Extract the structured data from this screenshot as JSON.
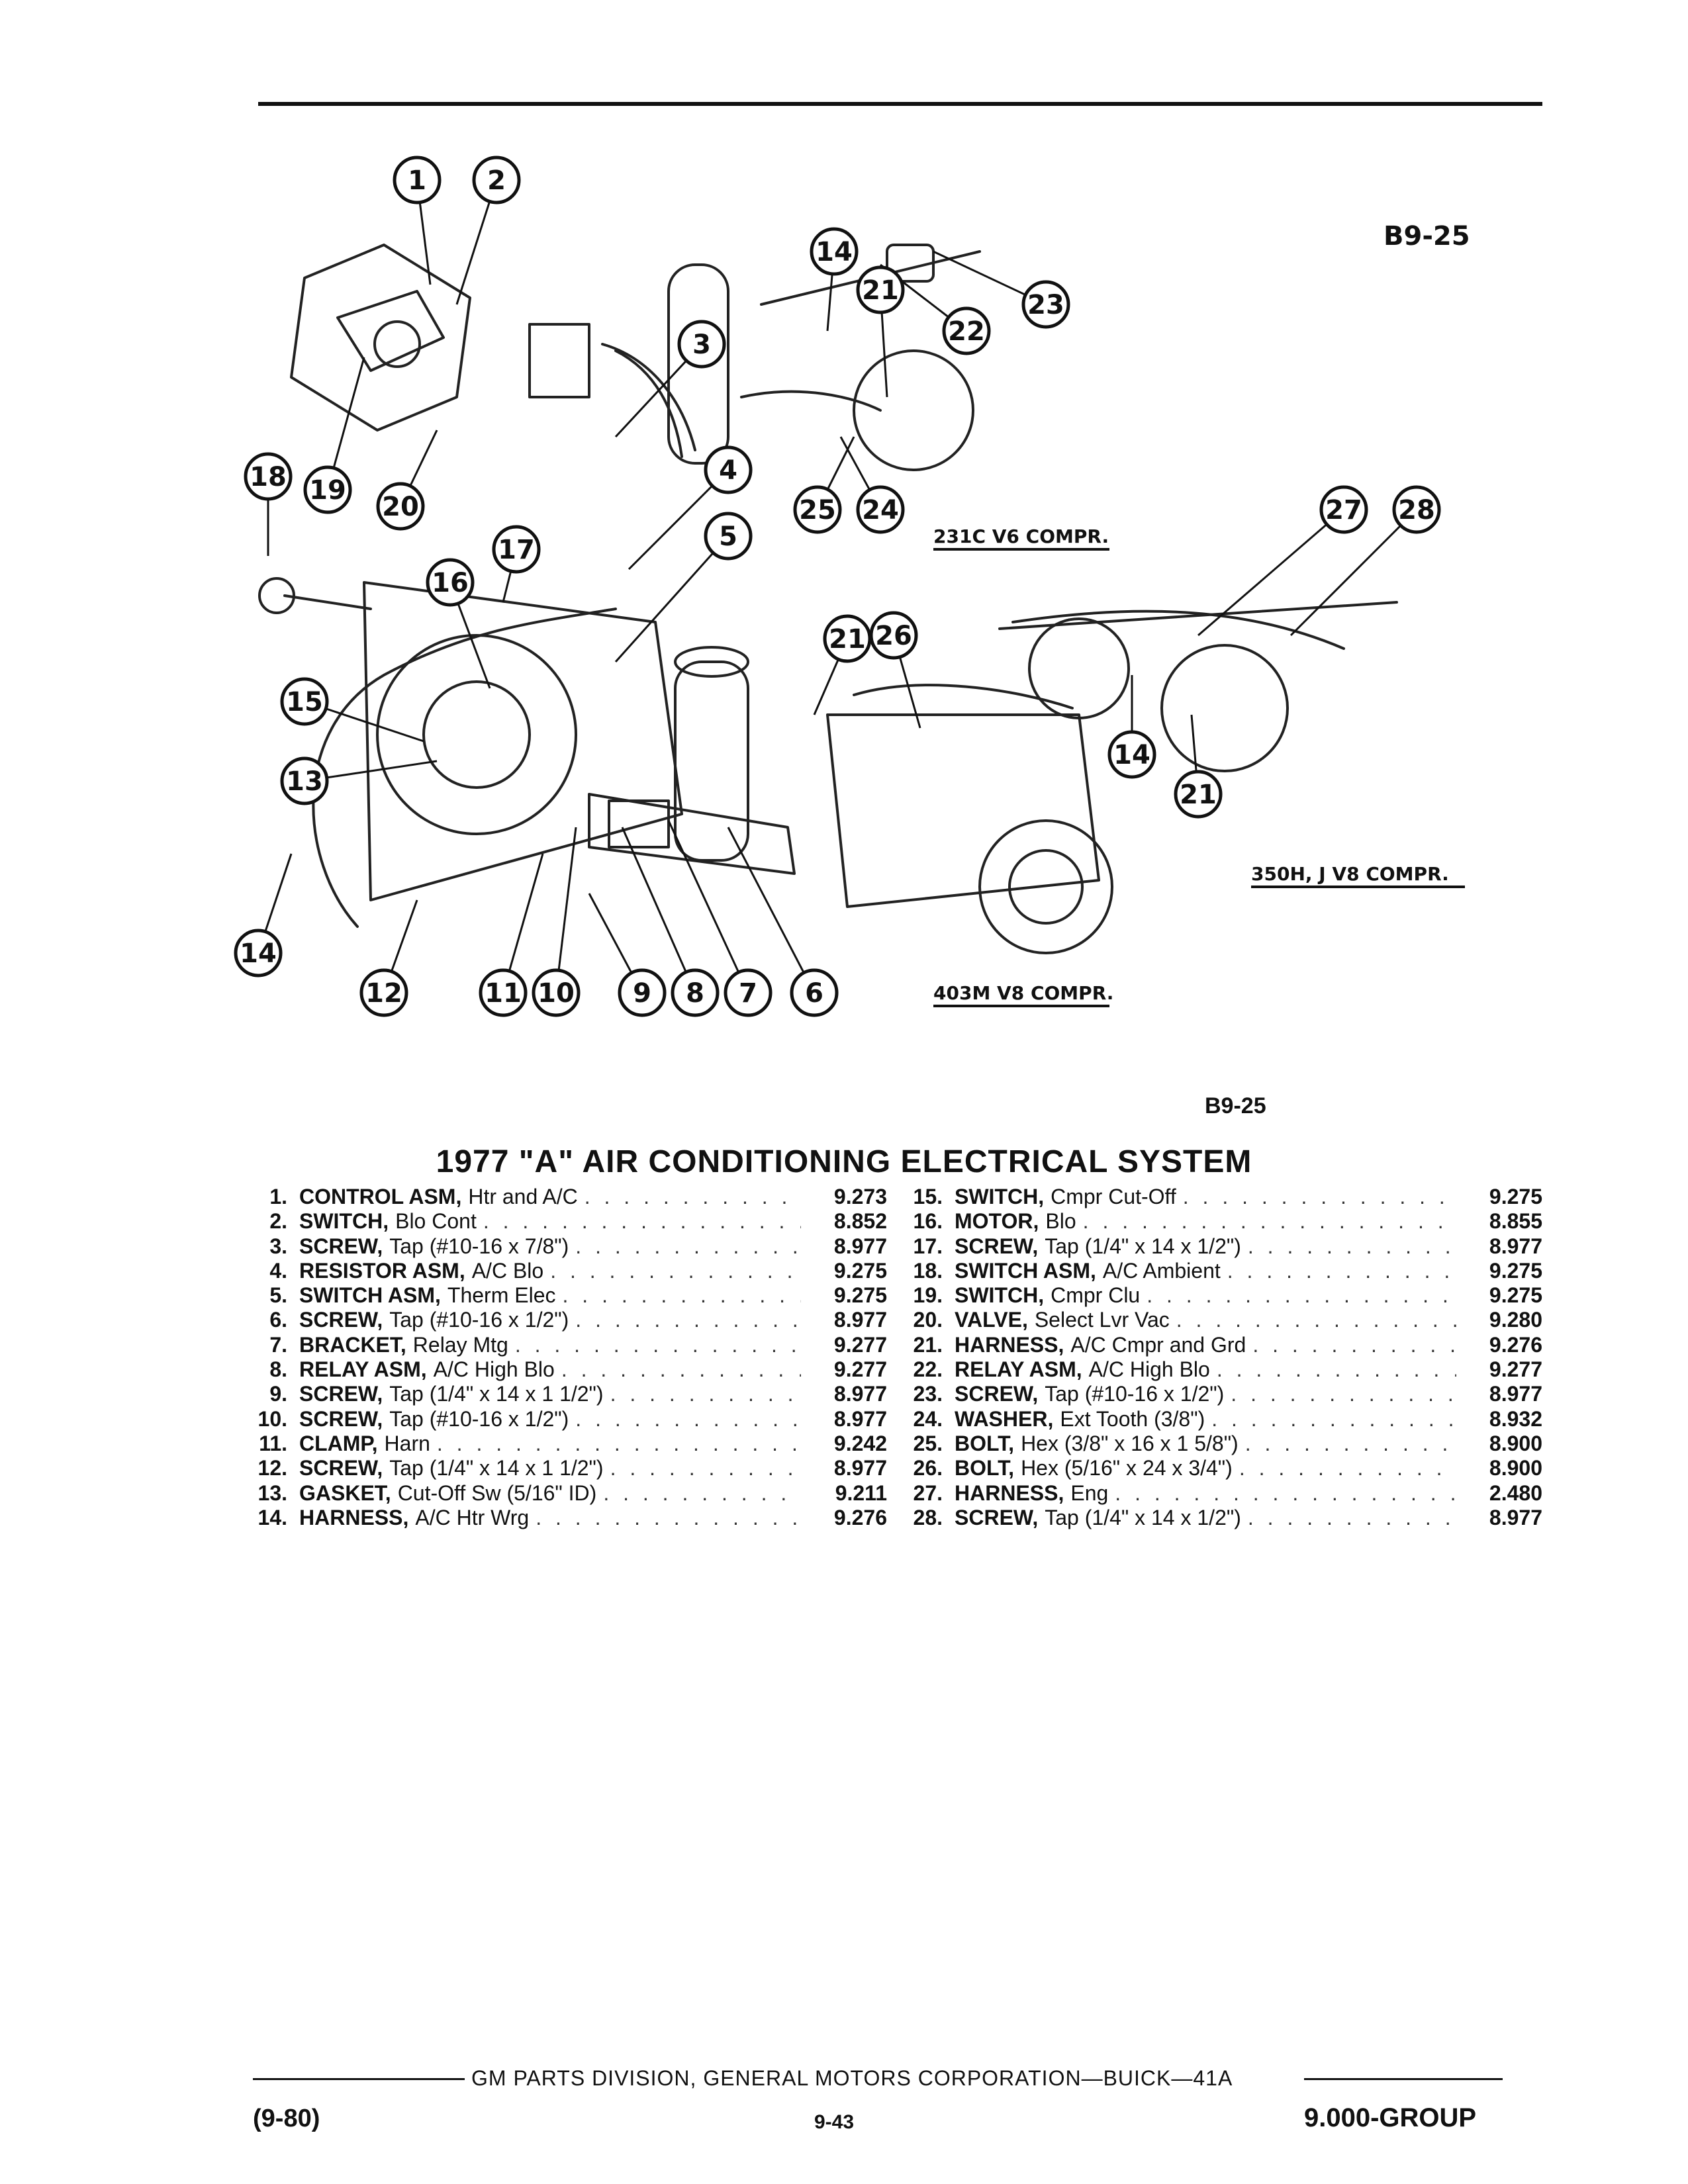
{
  "figure": {
    "code": "B9-25",
    "labels": {
      "v6": "231C V6 COMPR.",
      "v8_350": "350H, J V8 COMPR.",
      "v8_403": "403M V8 COMPR."
    },
    "callouts": [
      "1",
      "2",
      "3",
      "4",
      "5",
      "6",
      "7",
      "8",
      "9",
      "10",
      "11",
      "12",
      "13",
      "14",
      "15",
      "16",
      "17",
      "18",
      "19",
      "20",
      "21",
      "22",
      "23",
      "24",
      "25",
      "26",
      "27",
      "28"
    ]
  },
  "figure_code_below": "B9-25",
  "title": "1977 \"A\" AIR CONDITIONING ELECTRICAL SYSTEM",
  "parts_left": [
    {
      "num": "1.",
      "name": "CONTROL ASM,",
      "desc": "Htr and A/C",
      "group": "9.273"
    },
    {
      "num": "2.",
      "name": "SWITCH,",
      "desc": "Blo Cont",
      "group": "8.852"
    },
    {
      "num": "3.",
      "name": "SCREW,",
      "desc": "Tap (#10-16 x 7/8\")",
      "group": "8.977"
    },
    {
      "num": "4.",
      "name": "RESISTOR ASM,",
      "desc": "A/C Blo",
      "group": "9.275"
    },
    {
      "num": "5.",
      "name": "SWITCH ASM,",
      "desc": "Therm Elec",
      "group": "9.275"
    },
    {
      "num": "6.",
      "name": "SCREW,",
      "desc": "Tap (#10-16 x 1/2\")",
      "group": "8.977"
    },
    {
      "num": "7.",
      "name": "BRACKET,",
      "desc": "Relay Mtg",
      "group": "9.277"
    },
    {
      "num": "8.",
      "name": "RELAY ASM,",
      "desc": "A/C High Blo",
      "group": "9.277"
    },
    {
      "num": "9.",
      "name": "SCREW,",
      "desc": "Tap (1/4\" x 14 x 1 1/2\")",
      "group": "8.977"
    },
    {
      "num": "10.",
      "name": "SCREW,",
      "desc": "Tap (#10-16 x 1/2\")",
      "group": "8.977"
    },
    {
      "num": "11.",
      "name": "CLAMP,",
      "desc": "Harn",
      "group": "9.242"
    },
    {
      "num": "12.",
      "name": "SCREW,",
      "desc": "Tap (1/4\" x 14 x 1 1/2\")",
      "group": "8.977"
    },
    {
      "num": "13.",
      "name": "GASKET,",
      "desc": "Cut-Off Sw (5/16\" ID)",
      "group": "9.211"
    },
    {
      "num": "14.",
      "name": "HARNESS,",
      "desc": "A/C Htr Wrg",
      "group": "9.276"
    }
  ],
  "parts_right": [
    {
      "num": "15.",
      "name": "SWITCH,",
      "desc": "Cmpr Cut-Off",
      "group": "9.275"
    },
    {
      "num": "16.",
      "name": "MOTOR,",
      "desc": "Blo",
      "group": "8.855"
    },
    {
      "num": "17.",
      "name": "SCREW,",
      "desc": "Tap (1/4\" x 14 x 1/2\")",
      "group": "8.977"
    },
    {
      "num": "18.",
      "name": "SWITCH ASM,",
      "desc": "A/C Ambient",
      "group": "9.275"
    },
    {
      "num": "19.",
      "name": "SWITCH,",
      "desc": "Cmpr Clu",
      "group": "9.275"
    },
    {
      "num": "20.",
      "name": "VALVE,",
      "desc": "Select Lvr Vac",
      "group": "9.280"
    },
    {
      "num": "21.",
      "name": "HARNESS,",
      "desc": "A/C Cmpr and Grd",
      "group": "9.276"
    },
    {
      "num": "22.",
      "name": "RELAY ASM,",
      "desc": "A/C High Blo",
      "group": "9.277"
    },
    {
      "num": "23.",
      "name": "SCREW,",
      "desc": "Tap (#10-16 x 1/2\")",
      "group": "8.977"
    },
    {
      "num": "24.",
      "name": "WASHER,",
      "desc": "Ext Tooth (3/8\")",
      "group": "8.932"
    },
    {
      "num": "25.",
      "name": "BOLT,",
      "desc": "Hex (3/8\" x 16 x 1 5/8\")",
      "group": "8.900"
    },
    {
      "num": "26.",
      "name": "BOLT,",
      "desc": "Hex (5/16\" x 24 x 3/4\")",
      "group": "8.900"
    },
    {
      "num": "27.",
      "name": "HARNESS,",
      "desc": "Eng",
      "group": "2.480"
    },
    {
      "num": "28.",
      "name": "SCREW,",
      "desc": "Tap (1/4\" x 14 x 1/2\")",
      "group": "8.977"
    }
  ],
  "footer": {
    "center": "GM PARTS DIVISION, GENERAL MOTORS CORPORATION—BUICK—41A",
    "left": "(9-80)",
    "page": "9-43",
    "right": "9.000-GROUP"
  }
}
